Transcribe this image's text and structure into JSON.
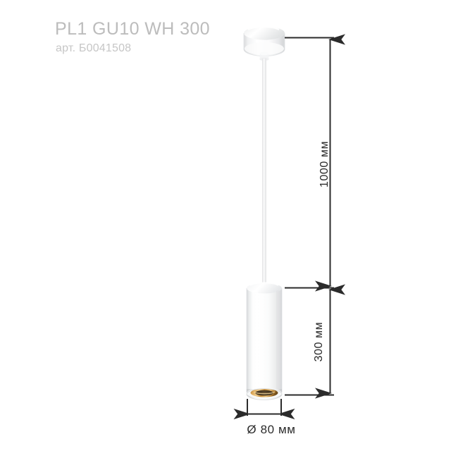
{
  "product": {
    "title": "PL1 GU10 WH 300",
    "article": "арт. Б0041508",
    "type": "pendant-lamp",
    "body_color": "#ffffff",
    "reflector_color": "#c9883a"
  },
  "dimensions": {
    "suspension": {
      "label": "1000 мм",
      "value": 1000,
      "unit": "мм"
    },
    "body_height": {
      "label": "300 мм",
      "value": 300,
      "unit": "мм"
    },
    "diameter": {
      "label": "Ø 80 мм",
      "value": 80,
      "unit": "мм",
      "symbol": "Ø"
    }
  },
  "style": {
    "line_color": "#2b2b2b",
    "title_color": "#bcbcbc",
    "article_color": "#c6c6c6",
    "background": "#ffffff"
  }
}
